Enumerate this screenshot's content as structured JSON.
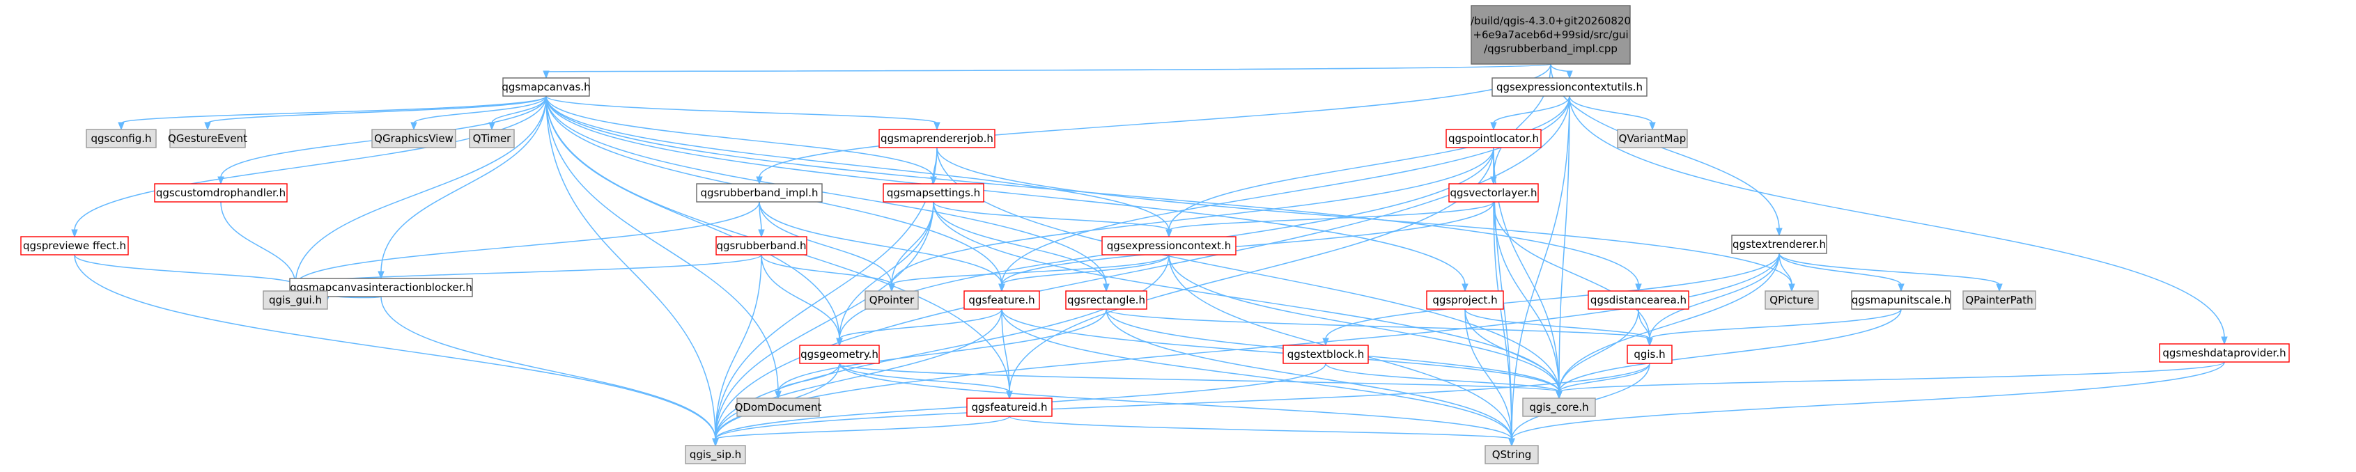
{
  "colors": {
    "edge": "#63b8ff",
    "root_fill": "#999999",
    "default_fill": "#ffffff",
    "grey_fill": "#e0e0e0",
    "red_border": "#ff0000",
    "normal_border": "#666666",
    "grey_border": "#999999"
  },
  "nodes": [
    {
      "id": "root",
      "lines": [
        "/build/qgis-4.3.0+git20260820",
        "+6e9a7aceb6d+99sid/src/gui",
        "/qgsrubberband_impl.cpp"
      ],
      "style": "root"
    },
    {
      "id": "mapcanvas",
      "lines": [
        "qgsmapcanvas.h"
      ],
      "style": "normal"
    },
    {
      "id": "exprctxutils",
      "lines": [
        "qgsexpressioncontextutils.h"
      ],
      "style": "normal"
    },
    {
      "id": "qgsconfig",
      "lines": [
        "qgsconfig.h"
      ],
      "style": "grey"
    },
    {
      "id": "qgestureevent",
      "lines": [
        "QGestureEvent"
      ],
      "style": "grey"
    },
    {
      "id": "customdrop",
      "lines": [
        "qgscustomdrophandler.h"
      ],
      "style": "red"
    },
    {
      "id": "qgraphicsview",
      "lines": [
        "QGraphicsView"
      ],
      "style": "grey"
    },
    {
      "id": "qtimer",
      "lines": [
        "QTimer"
      ],
      "style": "grey"
    },
    {
      "id": "maprendererjob",
      "lines": [
        "qgsmaprendererjob.h"
      ],
      "style": "red"
    },
    {
      "id": "pointlocator",
      "lines": [
        "qgspointlocator.h"
      ],
      "style": "red"
    },
    {
      "id": "qvariantmap",
      "lines": [
        "QVariantMap"
      ],
      "style": "grey"
    },
    {
      "id": "previeweffect",
      "lines": [
        "qgspreviewe ffect.h"
      ],
      "style": "red"
    },
    {
      "id": "rubberbandimpl",
      "lines": [
        "qgsrubberband_impl.h"
      ],
      "style": "normal"
    },
    {
      "id": "mapsettings",
      "lines": [
        "qgsmapsettings.h"
      ],
      "style": "red"
    },
    {
      "id": "vectorlayer",
      "lines": [
        "qgsvectorlayer.h"
      ],
      "style": "red"
    },
    {
      "id": "textrenderer",
      "lines": [
        "qgstextrenderer.h"
      ],
      "style": "normal"
    },
    {
      "id": "mapcanvasinteraction",
      "lines": [
        "qgsmapcanvasinteractionblocker.h"
      ],
      "style": "normal"
    },
    {
      "id": "rubberband",
      "lines": [
        "qgsrubberband.h"
      ],
      "style": "red"
    },
    {
      "id": "exprcontext",
      "lines": [
        "qgsexpressioncontext.h"
      ],
      "style": "red"
    },
    {
      "id": "qgisgui",
      "lines": [
        "qgis_gui.h"
      ],
      "style": "grey"
    },
    {
      "id": "qpointer",
      "lines": [
        "QPointer"
      ],
      "style": "grey"
    },
    {
      "id": "feature",
      "lines": [
        "qgsfeature.h"
      ],
      "style": "red"
    },
    {
      "id": "rectangle",
      "lines": [
        "qgsrectangle.h"
      ],
      "style": "red"
    },
    {
      "id": "project",
      "lines": [
        "qgsproject.h"
      ],
      "style": "red"
    },
    {
      "id": "distancearea",
      "lines": [
        "qgsdistancearea.h"
      ],
      "style": "red"
    },
    {
      "id": "qpicture",
      "lines": [
        "QPicture"
      ],
      "style": "grey"
    },
    {
      "id": "mapunitscale",
      "lines": [
        "qgsmapunitscale.h"
      ],
      "style": "normal"
    },
    {
      "id": "qpainterpath",
      "lines": [
        "QPainterPath"
      ],
      "style": "grey"
    },
    {
      "id": "meshdataprovider",
      "lines": [
        "qgsmeshdataprovider.h"
      ],
      "style": "red"
    },
    {
      "id": "geometry",
      "lines": [
        "qgsgeometry.h"
      ],
      "style": "red"
    },
    {
      "id": "textblock",
      "lines": [
        "qgstextblock.h"
      ],
      "style": "red"
    },
    {
      "id": "qgis",
      "lines": [
        "qgis.h"
      ],
      "style": "red"
    },
    {
      "id": "qdomdocument",
      "lines": [
        "QDomDocument"
      ],
      "style": "grey"
    },
    {
      "id": "featureid",
      "lines": [
        "qgsfeatureid.h"
      ],
      "style": "red"
    },
    {
      "id": "qgiscore",
      "lines": [
        "qgis_core.h"
      ],
      "style": "grey"
    },
    {
      "id": "qgissip",
      "lines": [
        "qgis_sip.h"
      ],
      "style": "grey"
    },
    {
      "id": "qstring",
      "lines": [
        "QString"
      ],
      "style": "grey"
    }
  ],
  "edges": [
    [
      "root",
      "mapcanvas"
    ],
    [
      "root",
      "exprctxutils"
    ],
    [
      "root",
      "rubberbandimpl"
    ],
    [
      "root",
      "vectorlayer"
    ],
    [
      "root",
      "textrenderer"
    ],
    [
      "mapcanvas",
      "qgsconfig"
    ],
    [
      "mapcanvas",
      "qgestureevent"
    ],
    [
      "mapcanvas",
      "customdrop"
    ],
    [
      "mapcanvas",
      "qgraphicsview"
    ],
    [
      "mapcanvas",
      "qtimer"
    ],
    [
      "mapcanvas",
      "maprendererjob"
    ],
    [
      "mapcanvas",
      "previeweffect"
    ],
    [
      "mapcanvas",
      "mapsettings"
    ],
    [
      "mapcanvas",
      "mapcanvasinteraction"
    ],
    [
      "mapcanvas",
      "exprcontext"
    ],
    [
      "mapcanvas",
      "qgisgui"
    ],
    [
      "mapcanvas",
      "feature"
    ],
    [
      "mapcanvas",
      "rectangle"
    ],
    [
      "mapcanvas",
      "project"
    ],
    [
      "mapcanvas",
      "distancearea"
    ],
    [
      "mapcanvas",
      "geometry"
    ],
    [
      "mapcanvas",
      "qdomdocument"
    ],
    [
      "mapcanvas",
      "qgissip"
    ],
    [
      "mapcanvas",
      "featureid"
    ],
    [
      "exprctxutils",
      "pointlocator"
    ],
    [
      "exprctxutils",
      "qvariantmap"
    ],
    [
      "exprctxutils",
      "exprcontext"
    ],
    [
      "exprctxutils",
      "feature"
    ],
    [
      "exprctxutils",
      "meshdataprovider"
    ],
    [
      "exprctxutils",
      "qgiscore"
    ],
    [
      "exprctxutils",
      "qgissip"
    ],
    [
      "exprctxutils",
      "qstring"
    ],
    [
      "customdrop",
      "qgisgui"
    ],
    [
      "maprendererjob",
      "mapsettings"
    ],
    [
      "maprendererjob",
      "qpicture"
    ],
    [
      "maprendererjob",
      "qgiscore"
    ],
    [
      "maprendererjob",
      "qgissip"
    ],
    [
      "pointlocator",
      "vectorlayer"
    ],
    [
      "pointlocator",
      "qpointer"
    ],
    [
      "pointlocator",
      "geometry"
    ],
    [
      "pointlocator",
      "featureid"
    ],
    [
      "pointlocator",
      "qgiscore"
    ],
    [
      "pointlocator",
      "qstring"
    ],
    [
      "previeweffect",
      "qgisgui"
    ],
    [
      "previeweffect",
      "qgissip"
    ],
    [
      "rubberbandimpl",
      "rubberband"
    ],
    [
      "rubberbandimpl",
      "qpointer"
    ],
    [
      "rubberbandimpl",
      "feature"
    ],
    [
      "rubberbandimpl",
      "qgisgui"
    ],
    [
      "mapsettings",
      "exprcontext"
    ],
    [
      "mapsettings",
      "rectangle"
    ],
    [
      "mapsettings",
      "qpointer"
    ],
    [
      "mapsettings",
      "geometry"
    ],
    [
      "mapsettings",
      "qgiscore"
    ],
    [
      "mapsettings",
      "qgissip"
    ],
    [
      "vectorlayer",
      "exprcontext"
    ],
    [
      "vectorlayer",
      "feature"
    ],
    [
      "vectorlayer",
      "qgis"
    ],
    [
      "vectorlayer",
      "qgiscore"
    ],
    [
      "vectorlayer",
      "qstring"
    ],
    [
      "textrenderer",
      "qpicture"
    ],
    [
      "textrenderer",
      "mapunitscale"
    ],
    [
      "textrenderer",
      "qpainterpath"
    ],
    [
      "textrenderer",
      "textblock"
    ],
    [
      "textrenderer",
      "qgis"
    ],
    [
      "textrenderer",
      "qgiscore"
    ],
    [
      "textrenderer",
      "qgissip"
    ],
    [
      "mapcanvasinteraction",
      "qgisgui"
    ],
    [
      "mapcanvasinteraction",
      "qgissip"
    ],
    [
      "rubberband",
      "qgisgui"
    ],
    [
      "rubberband",
      "qpointer"
    ],
    [
      "rubberband",
      "geometry"
    ],
    [
      "rubberband",
      "qgissip"
    ],
    [
      "exprcontext",
      "qpointer"
    ],
    [
      "exprcontext",
      "feature"
    ],
    [
      "exprcontext",
      "qgiscore"
    ],
    [
      "exprcontext",
      "qgissip"
    ],
    [
      "exprcontext",
      "qstring"
    ],
    [
      "feature",
      "geometry"
    ],
    [
      "feature",
      "featureid"
    ],
    [
      "feature",
      "qgiscore"
    ],
    [
      "feature",
      "qgissip"
    ],
    [
      "feature",
      "qstring"
    ],
    [
      "rectangle",
      "qgis"
    ],
    [
      "rectangle",
      "qgiscore"
    ],
    [
      "rectangle",
      "qdomdocument"
    ],
    [
      "rectangle",
      "qstring"
    ],
    [
      "project",
      "qgis"
    ],
    [
      "project",
      "qgiscore"
    ],
    [
      "project",
      "qstring"
    ],
    [
      "distancearea",
      "qgis"
    ],
    [
      "distancearea",
      "qgiscore"
    ],
    [
      "mapunitscale",
      "qgis"
    ],
    [
      "mapunitscale",
      "qgiscore"
    ],
    [
      "meshdataprovider",
      "qgiscore"
    ],
    [
      "meshdataprovider",
      "qstring"
    ],
    [
      "geometry",
      "qdomdocument"
    ],
    [
      "geometry",
      "featureid"
    ],
    [
      "geometry",
      "qgiscore"
    ],
    [
      "geometry",
      "qgissip"
    ],
    [
      "geometry",
      "qstring"
    ],
    [
      "textblock",
      "qgiscore"
    ],
    [
      "textblock",
      "qgissip"
    ],
    [
      "qgis",
      "qgiscore"
    ],
    [
      "qgis",
      "qgissip"
    ],
    [
      "qgis",
      "qstring"
    ],
    [
      "featureid",
      "qgissip"
    ],
    [
      "featureid",
      "qstring"
    ]
  ]
}
